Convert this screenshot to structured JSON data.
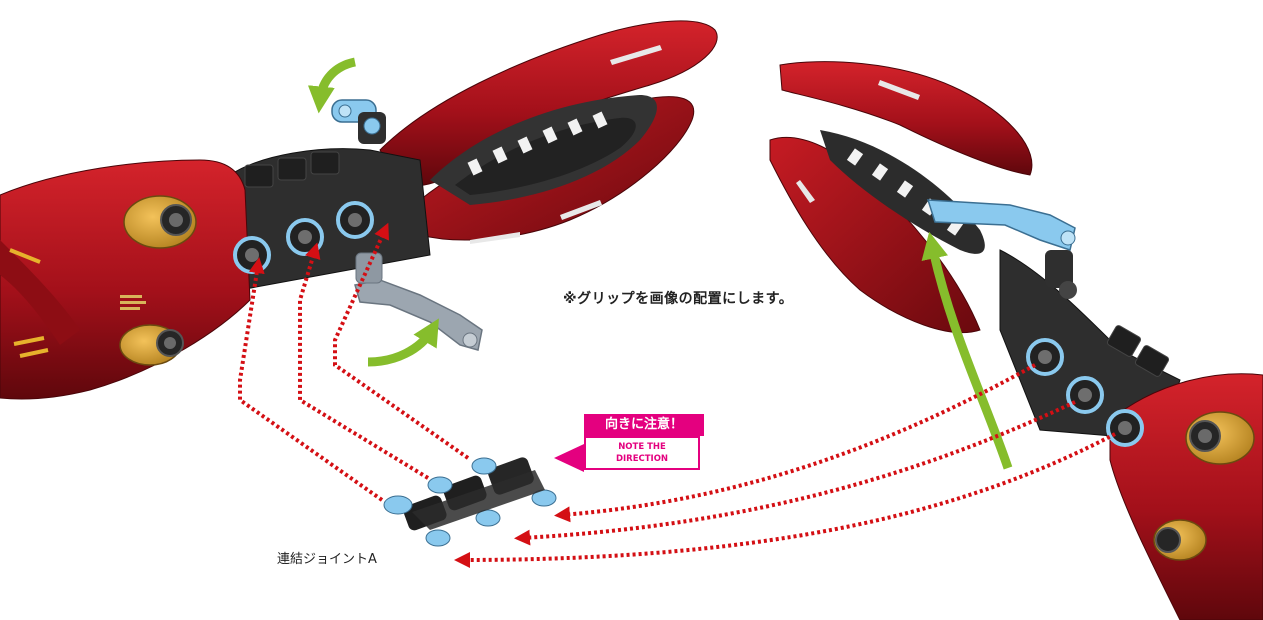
{
  "instruction": "※グリップを画像の配置にします。",
  "part_label": "連結ジョイントA",
  "callout": {
    "title": "向きに注意！",
    "subtitle_line1": "NOTE THE",
    "subtitle_line2": "DIRECTION"
  },
  "colors": {
    "armor_red": "#b0141a",
    "armor_dark": "#6d0a0e",
    "frame_black": "#2b2b2b",
    "joint_blue": "#7fbfe8",
    "gold": "#d6a334",
    "rotation_arrow": "#86bd2c",
    "guide_line": "#d40f14",
    "callout": "#e4007f"
  }
}
